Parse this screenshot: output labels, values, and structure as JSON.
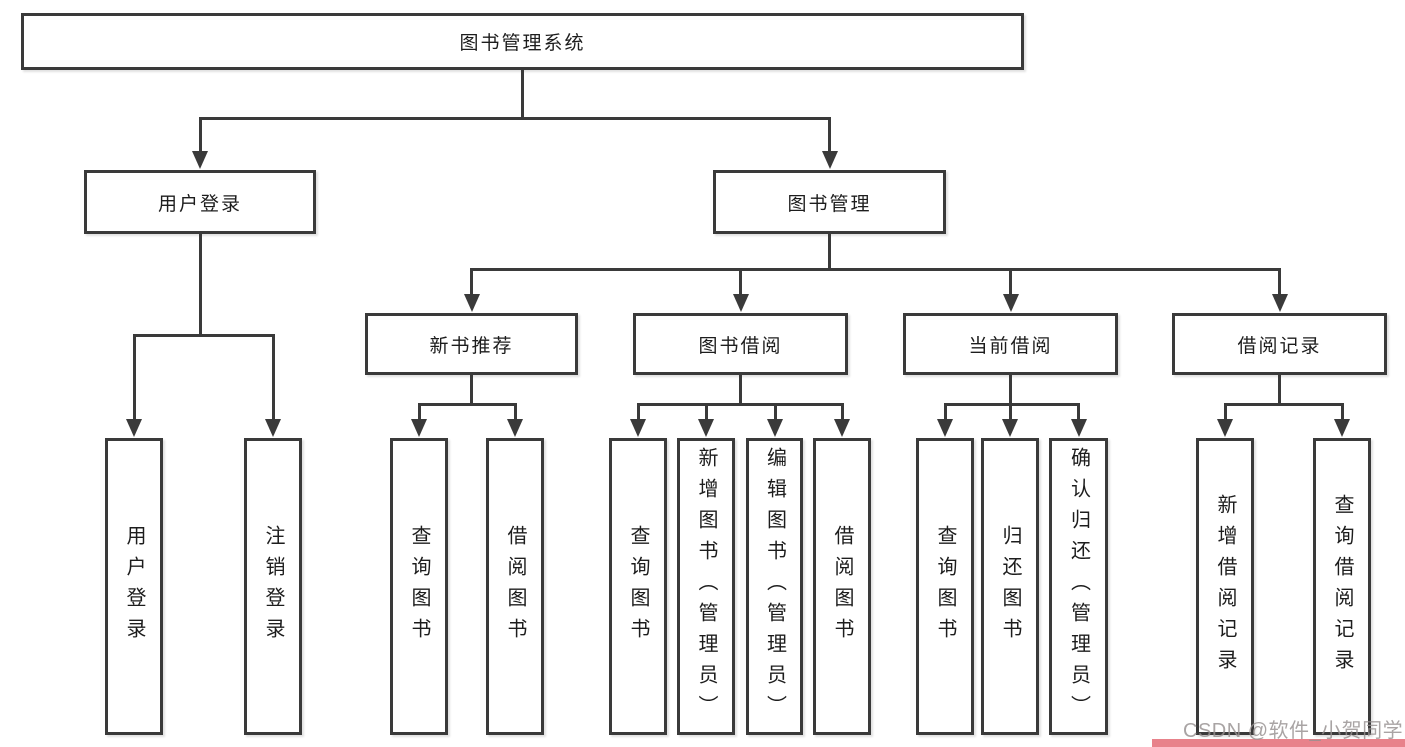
{
  "tree": {
    "root": "图书管理系统",
    "branches": [
      {
        "label": "用户登录",
        "children": [
          "用户登录",
          "注销登录"
        ]
      },
      {
        "label": "图书管理",
        "sections": [
          {
            "label": "新书推荐",
            "children": [
              "查询图书",
              "借阅图书"
            ]
          },
          {
            "label": "图书借阅",
            "children": [
              "查询图书",
              "新增图书（管理员）",
              "编辑图书（管理员）",
              "借阅图书"
            ]
          },
          {
            "label": "当前借阅",
            "children": [
              "查询图书",
              "归还图书",
              "确认归还（管理员）"
            ]
          },
          {
            "label": "借阅记录",
            "children": [
              "新增借阅记录",
              "查询借阅记录"
            ]
          }
        ]
      }
    ]
  },
  "watermark": {
    "text": "CSDN @软件_小贺同学",
    "band_color": "#e8828b"
  },
  "colors": {
    "line": "#3a3a3a",
    "box_border": "#3a3a3a",
    "text": "#1d1d1d",
    "background": "#ffffff"
  }
}
